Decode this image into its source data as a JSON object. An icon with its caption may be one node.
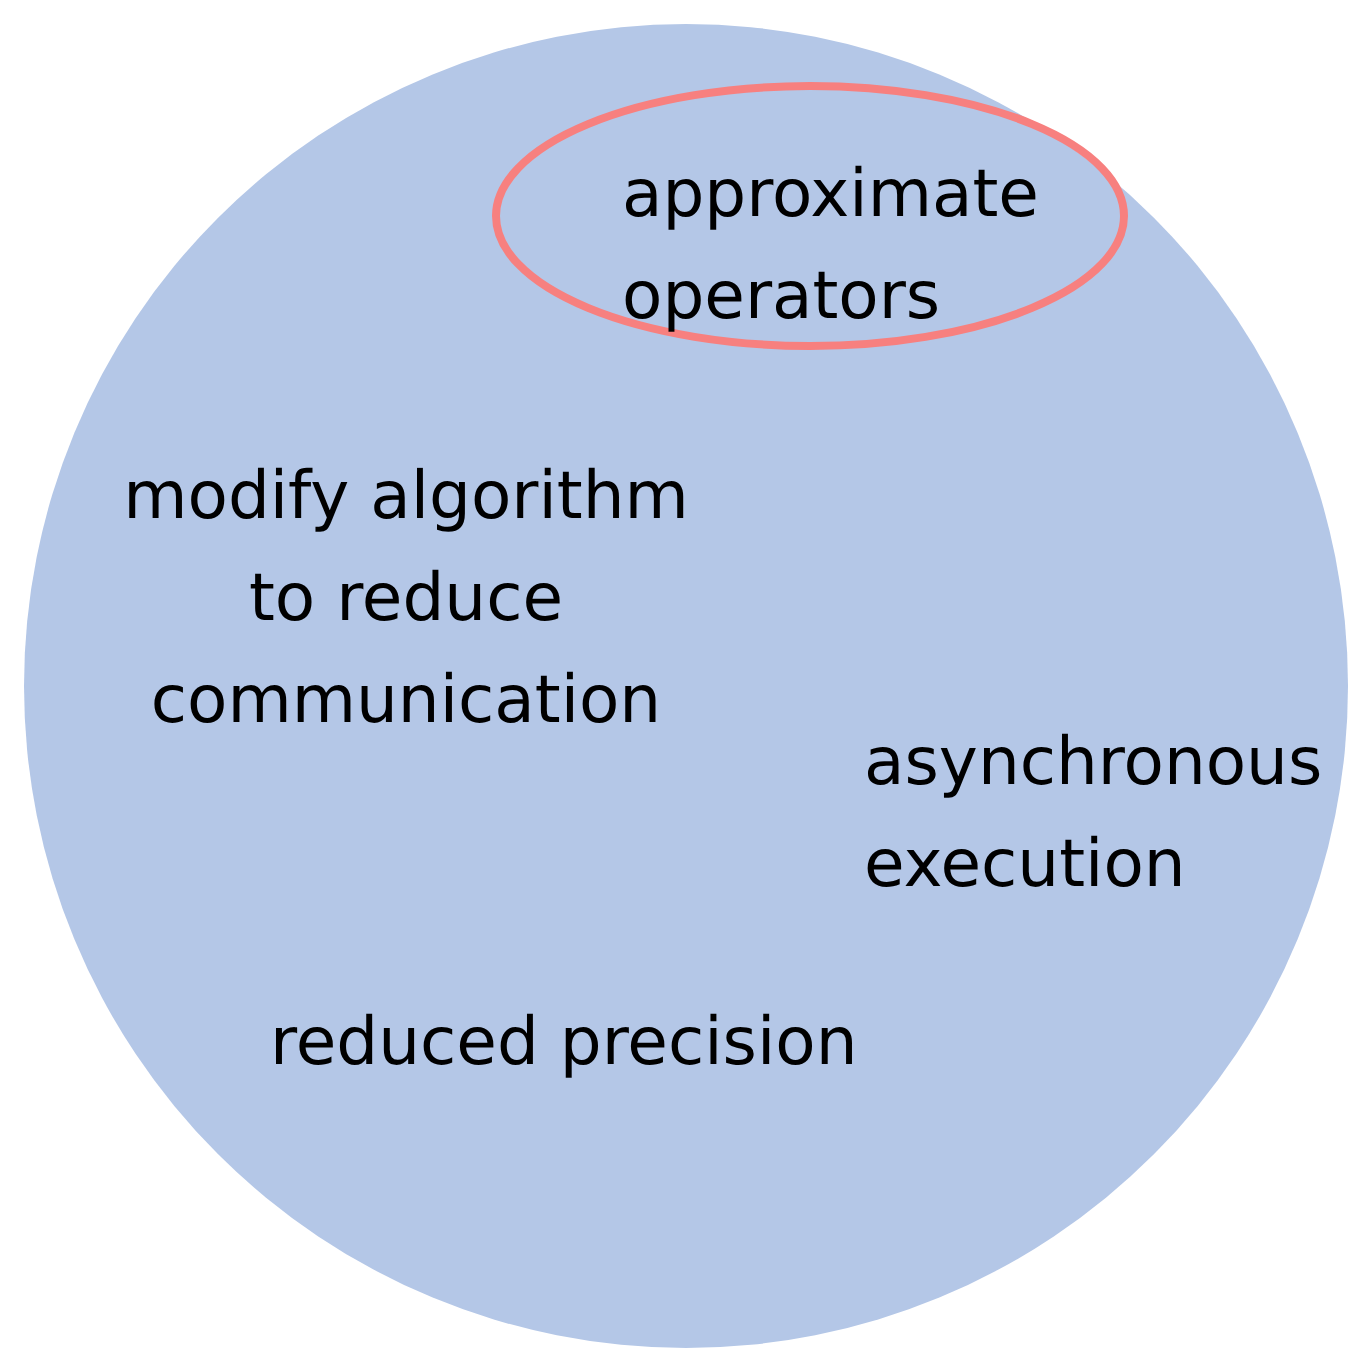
{
  "diagram": {
    "nodes": [
      {
        "text": [
          "modify algorithm to reduce communication",
          "asynchronous execution",
          "reduced precision"
        ]
      },
      {
        "text": [
          "approximate operators"
        ],
        "in": 0
      }
    ]
  }
}
